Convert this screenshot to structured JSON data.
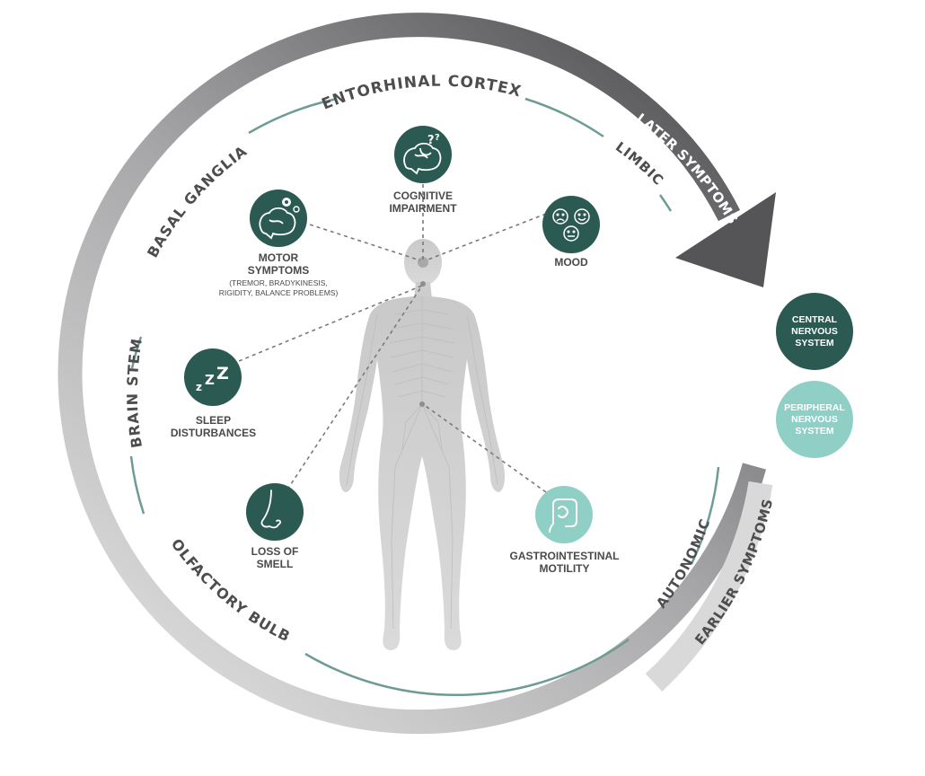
{
  "ring_labels": {
    "entorhinal_cortex": "ENTORHINAL CORTEX",
    "limbic": "LIMBIC",
    "basal_ganglia": "BASAL GANGLIA",
    "brain_stem": "BRAIN STEM",
    "olfactory_bulb": "OLFACTORY BULB",
    "autonomic": "AUTONOMIC"
  },
  "arrows": {
    "later": "LATER SYMPTOMS",
    "earlier": "EARLIER SYMPTOMS"
  },
  "symptoms": {
    "cognitive": {
      "label": "COGNITIVE\nIMPAIRMENT",
      "system": "central",
      "icon": "brain-question-icon"
    },
    "motor": {
      "label": "MOTOR\nSYMPTOMS",
      "detail": "(TREMOR, BRADYKINESIS,\nRIGIDITY, BALANCE PROBLEMS)",
      "system": "central",
      "icon": "brain-gear-icon"
    },
    "mood": {
      "label": "MOOD",
      "system": "central",
      "icon": "mood-faces-icon"
    },
    "sleep": {
      "label": "SLEEP\nDISTURBANCES",
      "system": "central",
      "icon": "zzz-icon"
    },
    "smell": {
      "label": "LOSS OF\nSMELL",
      "system": "central",
      "icon": "nose-icon"
    },
    "gi": {
      "label": "GASTROINTESTINAL\nMOTILITY",
      "system": "peripheral",
      "icon": "intestine-icon"
    }
  },
  "legend": {
    "central": "CENTRAL\nNERVOUS\nSYSTEM",
    "peripheral": "PERIPHERAL\nNERVOUS\nSYSTEM"
  },
  "colors": {
    "central": "#2b5a52",
    "peripheral": "#8fcfc6",
    "inner_ring": "#6e9c95",
    "arrow_dark": "#555557",
    "arrow_light": "#d9d9d9",
    "body": "#d4d4d4"
  }
}
